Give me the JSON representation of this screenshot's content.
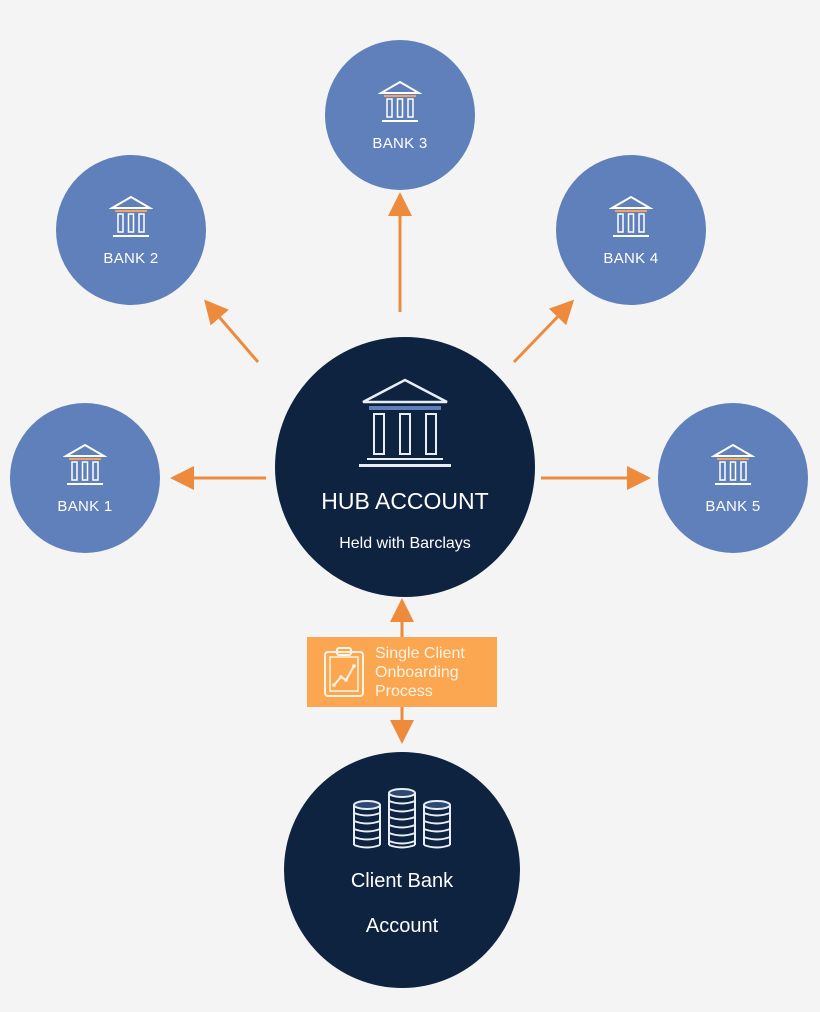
{
  "hub": {
    "title": "HUB ACCOUNT",
    "subtitle": "Held with Barclays",
    "icon": "bank-building-icon"
  },
  "banks": [
    {
      "label": "BANK 1",
      "icon": "bank-building-icon"
    },
    {
      "label": "BANK 2",
      "icon": "bank-building-icon"
    },
    {
      "label": "BANK 3",
      "icon": "bank-building-icon"
    },
    {
      "label": "BANK 4",
      "icon": "bank-building-icon"
    },
    {
      "label": "BANK 5",
      "icon": "bank-building-icon"
    }
  ],
  "onboarding": {
    "line1": "Single Client",
    "line2": "Onboarding",
    "line3": "Process",
    "icon": "clipboard-chart-icon"
  },
  "client": {
    "line1": "Client Bank",
    "line2": "Account",
    "icon": "coin-stacks-icon"
  },
  "colors": {
    "hub": "#0d2340",
    "bank": "#5f80bb",
    "arrow": "#ee8a3c",
    "onboarding": "#fba752",
    "background": "#f4f4f4"
  }
}
